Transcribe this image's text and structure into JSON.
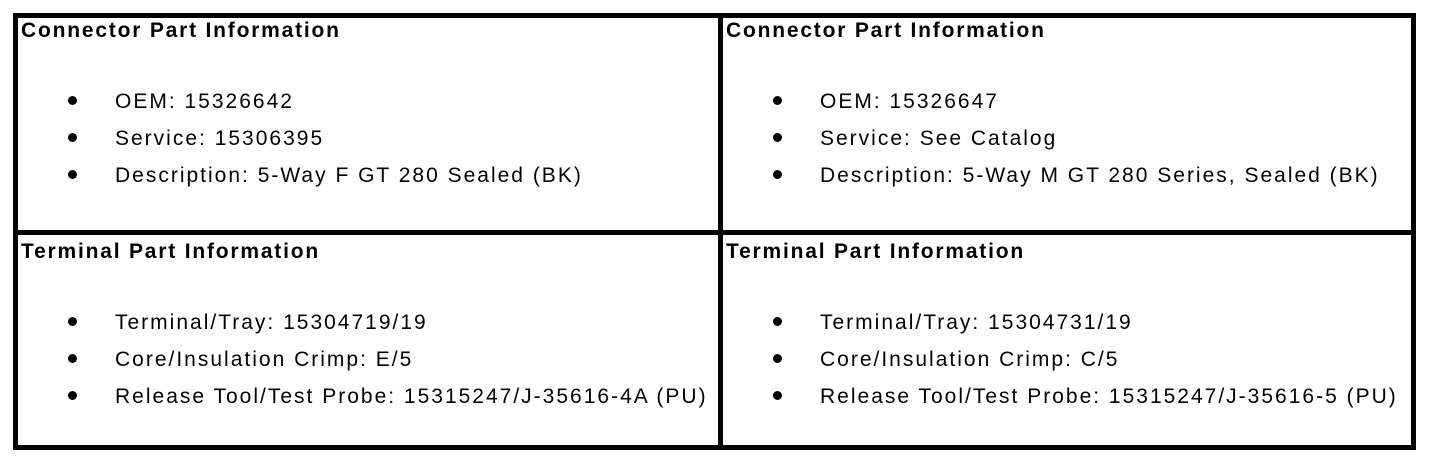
{
  "colors": {
    "border": "#000000",
    "text": "#000000",
    "background": "#ffffff"
  },
  "table": {
    "cells": [
      {
        "title": "Connector Part Information",
        "items": [
          "OEM: 15326642",
          "Service: 15306395",
          "Description: 5-Way F GT 280 Sealed (BK)"
        ]
      },
      {
        "title": "Connector Part Information",
        "items": [
          "OEM: 15326647",
          "Service: See Catalog",
          "Description: 5-Way M GT 280 Series, Sealed (BK)"
        ]
      },
      {
        "title": "Terminal Part Information",
        "items": [
          "Terminal/Tray: 15304719/19",
          "Core/Insulation Crimp: E/5",
          "Release Tool/Test Probe: 15315247/J-35616-4A (PU)"
        ]
      },
      {
        "title": "Terminal Part Information",
        "items": [
          "Terminal/Tray: 15304731/19",
          "Core/Insulation Crimp: C/5",
          "Release Tool/Test Probe: 15315247/J-35616-5 (PU)"
        ]
      }
    ]
  }
}
